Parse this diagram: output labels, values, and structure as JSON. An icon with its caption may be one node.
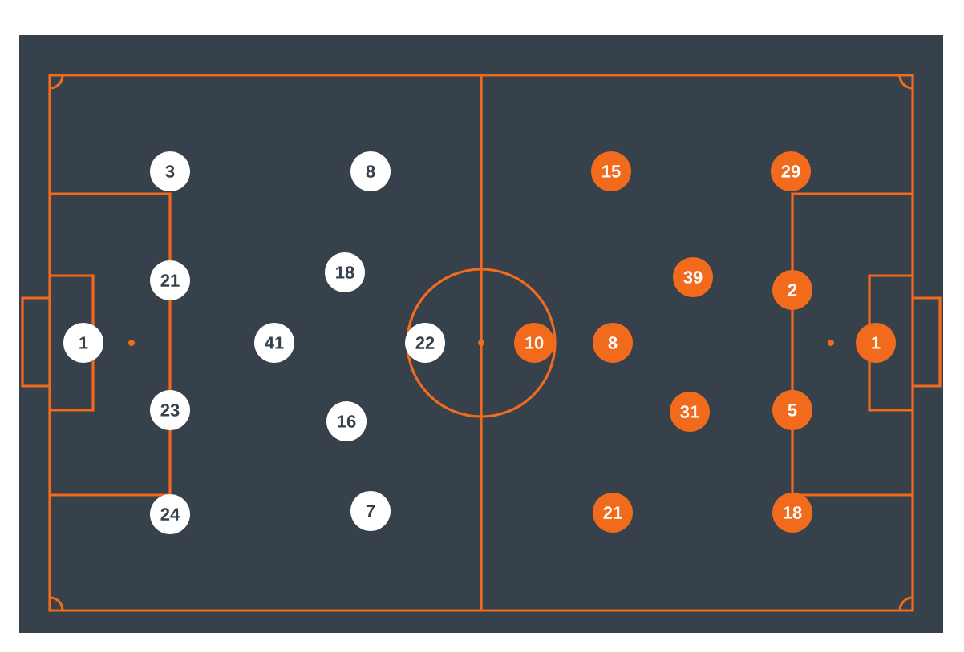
{
  "diagram": {
    "nodes": [
      {
        "text": [
          "3"
        ]
      },
      {
        "text": [
          "21"
        ]
      },
      {
        "text": [
          "1"
        ]
      },
      {
        "text": [
          "23"
        ]
      },
      {
        "text": [
          "24"
        ]
      },
      {
        "text": [
          "8"
        ]
      },
      {
        "text": [
          "18"
        ]
      },
      {
        "text": [
          "41"
        ]
      },
      {
        "text": [
          "22"
        ]
      },
      {
        "text": [
          "16"
        ]
      },
      {
        "text": [
          "7"
        ]
      },
      {
        "text": [
          "15"
        ]
      },
      {
        "text": [
          "10"
        ]
      },
      {
        "text": [
          "8"
        ]
      },
      {
        "text": [
          "21"
        ]
      },
      {
        "text": [
          "39"
        ]
      },
      {
        "text": [
          "31"
        ]
      },
      {
        "text": [
          "29"
        ]
      },
      {
        "text": [
          "2"
        ]
      },
      {
        "text": [
          "5"
        ]
      },
      {
        "text": [
          "18"
        ]
      },
      {
        "text": [
          "1"
        ]
      }
    ]
  }
}
